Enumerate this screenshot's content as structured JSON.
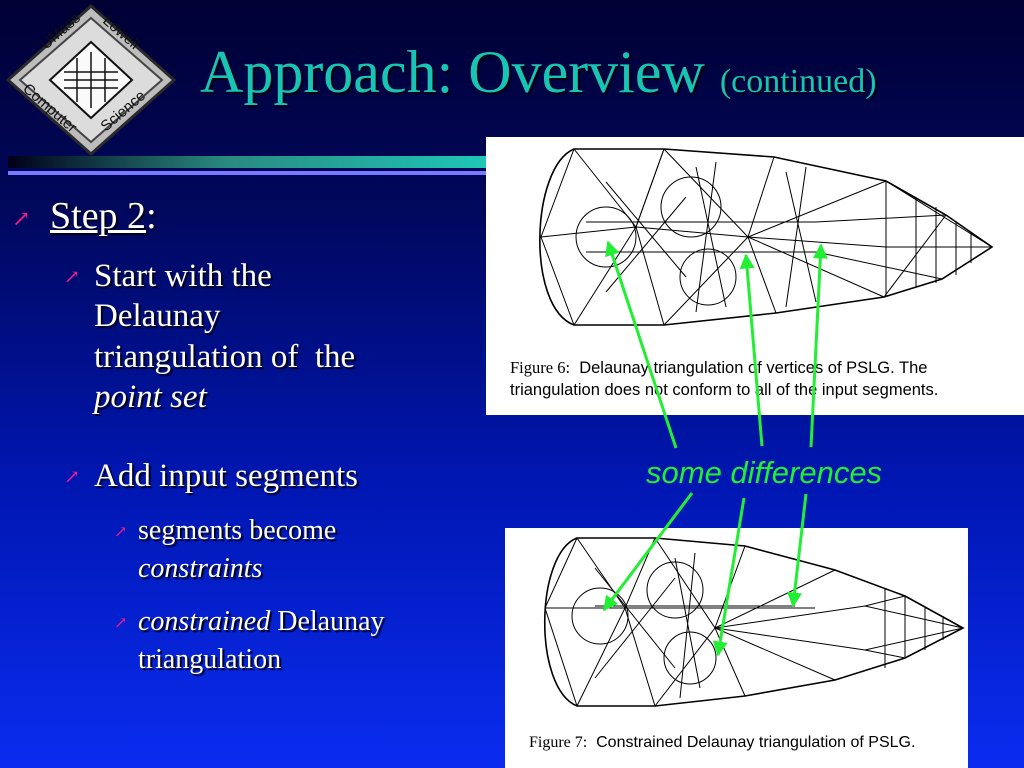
{
  "logo": {
    "text_top_left": "UMass",
    "text_top_right": "Lowell",
    "text_bottom_left": "Computer",
    "text_bottom_right": "Science"
  },
  "title": {
    "main": "Approach: Overview",
    "sub": "(continued)"
  },
  "bullets": {
    "step_label": "Step 2",
    "step_colon": ":",
    "b1_line1": "Start with the",
    "b1_line2": "Delaunay",
    "b1_line3": "triangulation of  the",
    "b1_line4": "point set",
    "b2": "Add input segments",
    "b3_line1": "segments become",
    "b3_line2": "constraints",
    "b4_line1_italic": "constrained",
    "b4_line1_rest": " Delaunay",
    "b4_line2": "triangulation"
  },
  "figures": {
    "fig6": {
      "label": "Figure 6:",
      "line1": "Delaunay triangulation of vertices of PSLG. The",
      "line2": "triangulation does not conform to all of the input segments."
    },
    "fig7": {
      "label": "Figure 7:",
      "text": "Constrained Delaunay triangulation of PSLG."
    }
  },
  "callout": "some differences",
  "colors": {
    "title": "#19c4b4",
    "arrow_bullet": "#ff1a8c",
    "callout": "#22ee33",
    "text": "#ffffff"
  },
  "icons": {
    "bullet": "north-east-arrow-icon"
  }
}
